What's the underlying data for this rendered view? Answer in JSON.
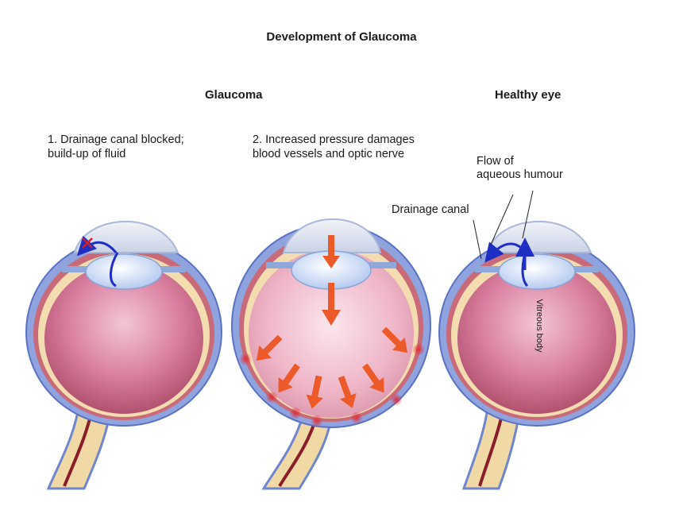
{
  "title": "Development of Glaucoma",
  "headers": {
    "glaucoma": "Glaucoma",
    "healthy": "Healthy eye"
  },
  "captions": {
    "step1_line1": "1. Drainage canal blocked;",
    "step1_line2": "build-up of fluid",
    "step2_line1": "2. Increased pressure damages",
    "step2_line2": "blood vessels and optic nerve"
  },
  "labels": {
    "flow_line1": "Flow of",
    "flow_line2": "aqueous humour",
    "drainage": "Drainage canal",
    "vitreous": "Vitreous body"
  },
  "colors": {
    "sclera": "#7f95d8",
    "choroid": "#c96a78",
    "vitreous": "#c85d7f",
    "vitreous_damaged": "#e8a9bc",
    "lens": "#d8e6fb",
    "cornea": "#e2e6f0",
    "optic_nerve": "#f1d9a6",
    "flow_arrow": "#1f2fc4",
    "pressure_arrow": "#ec5a2a",
    "damage_spot": "#e0303a"
  }
}
